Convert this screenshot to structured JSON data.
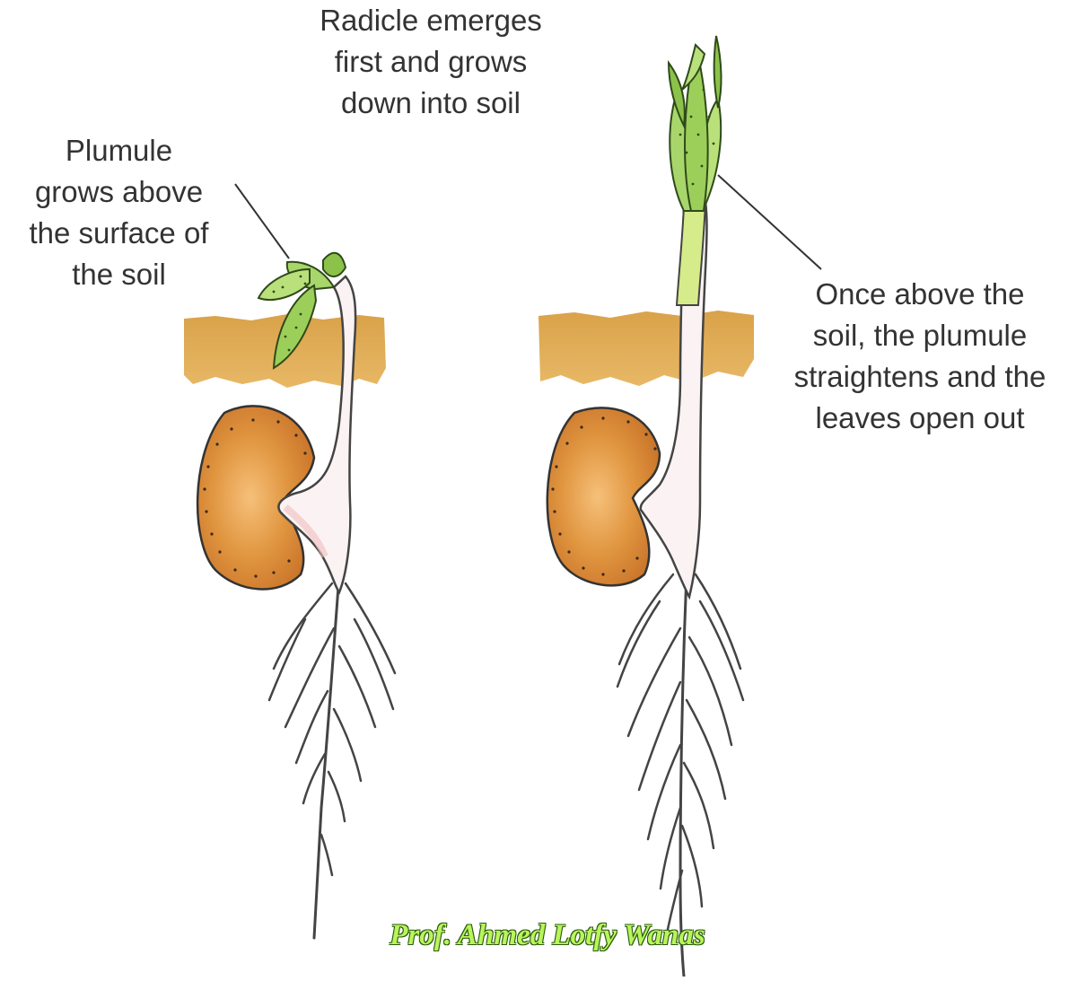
{
  "labels": {
    "radicle": [
      "Radicle emerges",
      "first and grows",
      "down into soil"
    ],
    "plumule": [
      "Plumule",
      "grows above",
      "the surface of",
      "the soil"
    ],
    "straighten": [
      "Once above the",
      "soil, the plumule",
      "straightens and the",
      "leaves open out"
    ]
  },
  "credit": "Prof. Ahmed Lotfy Wanas",
  "colors": {
    "soil": "#d9a24a",
    "seed": "#d98a35",
    "seed_highlight": "#f1b56a",
    "stem": "#fbf3f3",
    "stem_outline": "#444444",
    "root_pink": "#f4cfd0",
    "leaf": "#a8d66b",
    "leaf_dark": "#6fae3a",
    "shoot": "#d6eb8a",
    "text": "#333333",
    "credit_fill": "#b8f55a",
    "credit_outline": "#2c5a10"
  }
}
